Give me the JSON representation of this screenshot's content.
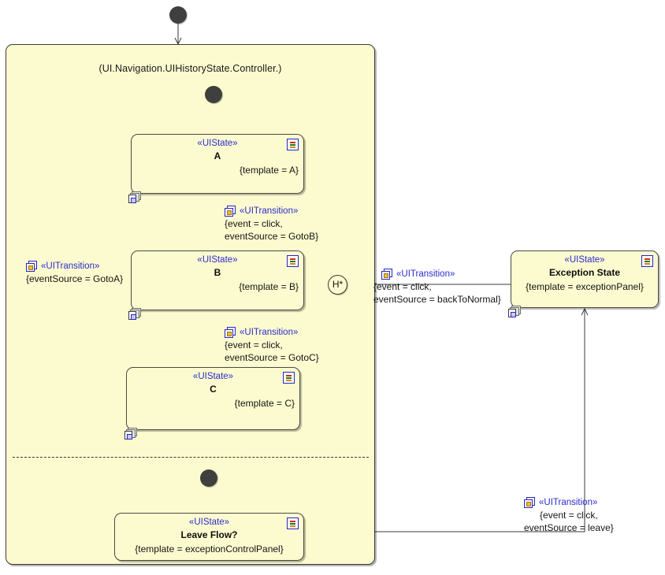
{
  "diagram": {
    "type": "uml-state-machine",
    "composite_state": {
      "title": "(UI.Navigation.UIHistoryState.Controller.)"
    },
    "states": [
      {
        "id": "state-a",
        "stereotype": "«UIState»",
        "name": "A",
        "template": "{template = A}",
        "doc_icon": "document-icon",
        "artifact_icon": "artifact-icon"
      },
      {
        "id": "state-b",
        "stereotype": "«UIState»",
        "name": "B",
        "template": "{template = B}",
        "doc_icon": "document-icon",
        "artifact_icon": "artifact-icon"
      },
      {
        "id": "state-c",
        "stereotype": "«UIState»",
        "name": "C",
        "template": "{template = C}",
        "doc_icon": "document-icon",
        "artifact_icon": "artifact-icon"
      },
      {
        "id": "state-exception",
        "stereotype": "«UIState»",
        "name": "Exception State",
        "template": "{template = exceptionPanel}",
        "doc_icon": "document-icon",
        "artifact_icon": "artifact-icon"
      },
      {
        "id": "state-leave-flow",
        "stereotype": "«UIState»",
        "name": "Leave Flow?",
        "template": "{template = exceptionControlPanel}",
        "doc_icon": "document-icon",
        "artifact_icon": "artifact-icon"
      }
    ],
    "pseudostates": [
      {
        "id": "initial-outer",
        "kind": "initial"
      },
      {
        "id": "initial-region-1",
        "kind": "initial"
      },
      {
        "id": "initial-region-2",
        "kind": "initial"
      },
      {
        "id": "history-deep",
        "kind": "deep-history",
        "label": "H*"
      }
    ],
    "transitions": [
      {
        "id": "transition-a-to-b",
        "stereotype": "«UITransition»",
        "line1": "{event = click,",
        "line2": "eventSource = GotoB}"
      },
      {
        "id": "transition-b-to-c",
        "stereotype": "«UITransition»",
        "line1": "{event = click,",
        "line2": "eventSource = GotoC}"
      },
      {
        "id": "transition-c-to-a",
        "stereotype": "«UITransition»",
        "line1": "{eventSource = GotoA}",
        "line2": ""
      },
      {
        "id": "transition-exception-to-history",
        "stereotype": "«UITransition»",
        "line1": "{event = click,",
        "line2": "eventSource = backToNormal}"
      },
      {
        "id": "transition-leaveflow-to-exception",
        "stereotype": "«UITransition»",
        "line1": "{event = click,",
        "line2": "eventSource = leave}"
      }
    ],
    "colors": {
      "state_fill": "#fcfbcf",
      "state_border": "#4a4a46",
      "stereotype_text": "#2b2bcf",
      "body_text": "#141414",
      "initial_node": "#3f3f3d",
      "canvas": "#ffffff"
    }
  }
}
